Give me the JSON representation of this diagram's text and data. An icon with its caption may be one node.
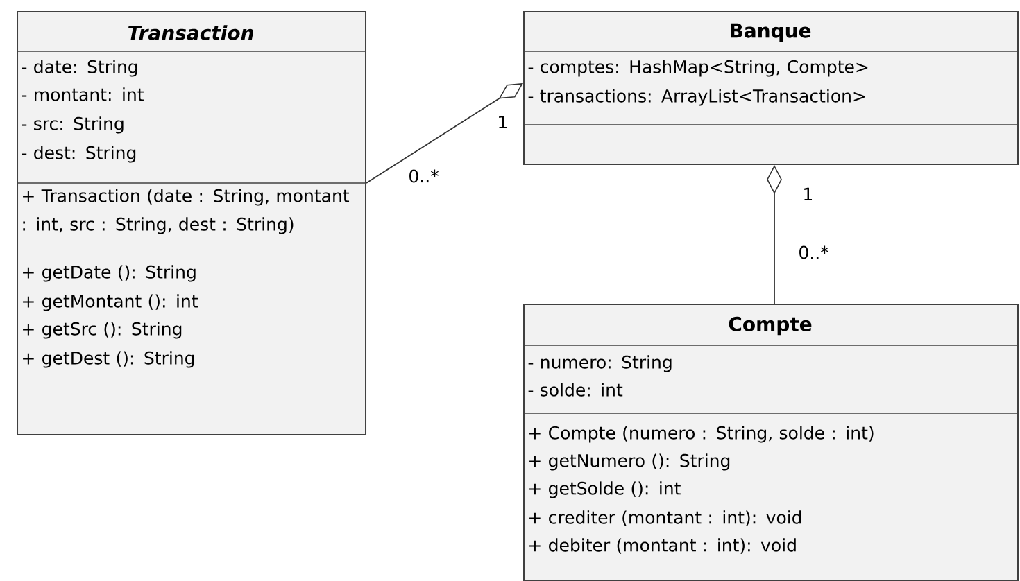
{
  "diagram": {
    "nodes": [
      {
        "text": [
          "Transaction",
          "- date: String",
          "- montant: int",
          "- src: String",
          "- dest: String",
          "+ Transaction (date : String, montant : int, src : String, dest : String)",
          "+ getDate (): String",
          "+ getMontant (): int",
          "+ getSrc (): String",
          "+ getDest (): String"
        ]
      },
      {
        "text": [
          "Banque",
          "- comptes: HashMap<String, Compte>",
          "- transactions: ArrayList<Transaction>"
        ]
      },
      {
        "text": [
          "Compte",
          "- numero: String",
          "- solde: int",
          "+ Compte (numero : String, solde : int)",
          "+ getNumero (): String",
          "+ getSolde (): int",
          "+ crediter (montant : int): void",
          "+ debiter (montant : int): void"
        ]
      }
    ],
    "edges": [
      {
        "from": 0,
        "to": 1,
        "arrow": "other"
      },
      {
        "from": 2,
        "to": 1,
        "arrow": "other"
      }
    ],
    "labels": [
      "1",
      "0..*",
      "1",
      "0..*"
    ]
  }
}
